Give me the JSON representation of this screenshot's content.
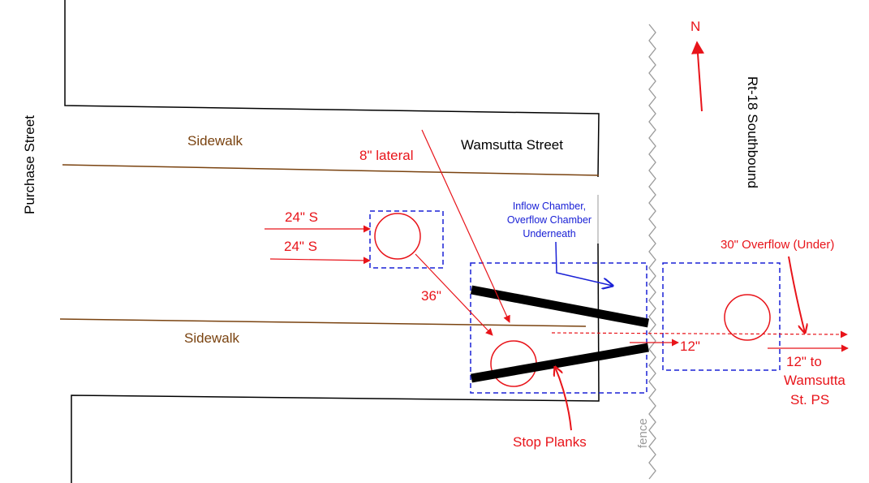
{
  "labels": {
    "purchase_street": "Purchase Street",
    "wamsutta_street": "Wamsutta Street",
    "rt18": "Rt-18 Southbound",
    "sidewalk_top": "Sidewalk",
    "sidewalk_bottom": "Sidewalk",
    "north": "N",
    "lateral": "8\" lateral",
    "inflow_1": "24\" S",
    "inflow_2": "24\" S",
    "pipe_36": "36\"",
    "chamber_line1": "Inflow Chamber,",
    "chamber_line2": "Overflow Chamber",
    "chamber_line3": "Underneath",
    "overflow": "30\" Overflow (Under)",
    "pipe_12": "12\"",
    "to_ps_line1": "12\" to",
    "to_ps_line2": "Wamsutta",
    "to_ps_line3": "St. PS",
    "stop_planks": "Stop Planks",
    "fence": "fence"
  },
  "colors": {
    "red": "#e8141a",
    "blue": "#1a21d6",
    "brown": "#7a4310",
    "black": "#000000",
    "gray": "#9a9a9a"
  }
}
